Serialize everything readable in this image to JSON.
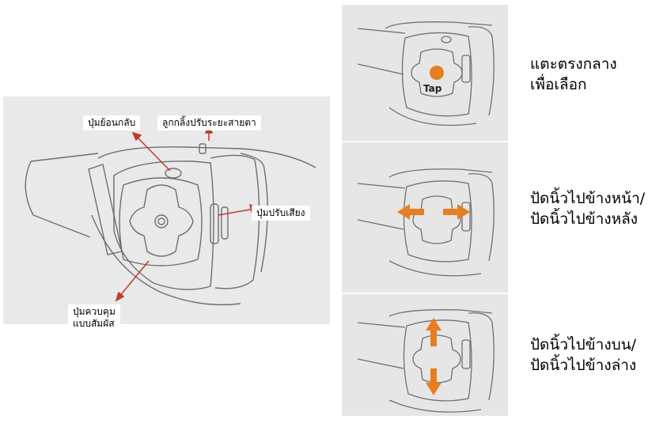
{
  "left_diagram": {
    "labels": {
      "back_button": "ปุ่มย้อนกลับ",
      "focus_wheel": "ลูกกลิ้งปรับระยะสายตา",
      "volume_button": "ปุ่มปรับเสียง",
      "touchpad_line1": "ปุ่มควบคุม",
      "touchpad_line2": "แบบสัมผัส"
    },
    "arrow_color": "#c0392b"
  },
  "gestures": [
    {
      "id": "tap",
      "line1": "แตะตรงกลาง",
      "line2": "เพื่อเลือก",
      "overlay_label": "Tap"
    },
    {
      "id": "swipe-horizontal",
      "line1": "ปัดนิ้วไปข้างหน้า/",
      "line2": "ปัดนิ้วไปข้างหลัง"
    },
    {
      "id": "swipe-vertical",
      "line1": "ปัดนิ้วไปข้างบน/",
      "line2": "ปัดนิ้วไปข้างล่าง"
    }
  ],
  "accent_color": "#e67e22"
}
